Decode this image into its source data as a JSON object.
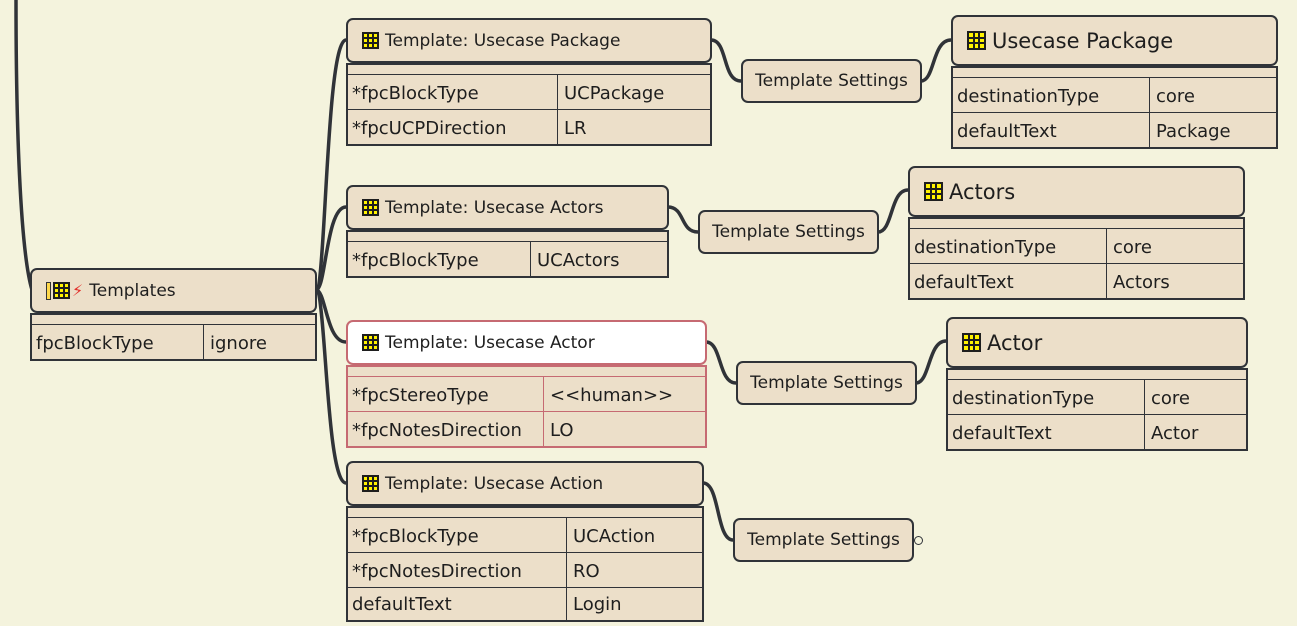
{
  "root": {
    "label": "Templates",
    "icons": [
      "pencil-icon",
      "table-icon",
      "lightning-icon"
    ],
    "attributes": [
      {
        "key": "fpcBlockType",
        "value": "ignore"
      }
    ]
  },
  "templates": [
    {
      "label": "Template: Usecase Package",
      "attributes": [
        {
          "key": "*fpcBlockType",
          "value": "UCPackage"
        },
        {
          "key": "*fpcUCPDirection",
          "value": "LR"
        }
      ],
      "settings_label": "Template Settings",
      "result": {
        "label": "Usecase Package",
        "attributes": [
          {
            "key": "destinationType",
            "value": "core"
          },
          {
            "key": "defaultText",
            "value": "Package"
          }
        ]
      }
    },
    {
      "label": "Template: Usecase Actors",
      "attributes": [
        {
          "key": "*fpcBlockType",
          "value": "UCActors"
        }
      ],
      "settings_label": "Template Settings",
      "result": {
        "label": "Actors",
        "attributes": [
          {
            "key": "destinationType",
            "value": "core"
          },
          {
            "key": "defaultText",
            "value": "Actors"
          }
        ]
      }
    },
    {
      "label": "Template: Usecase Actor",
      "selected": true,
      "attributes": [
        {
          "key": "*fpcStereoType",
          "value": "<<human>>"
        },
        {
          "key": "*fpcNotesDirection",
          "value": "LO"
        }
      ],
      "settings_label": "Template Settings",
      "result": {
        "label": "Actor",
        "attributes": [
          {
            "key": "destinationType",
            "value": "core"
          },
          {
            "key": "defaultText",
            "value": "Actor"
          }
        ]
      }
    },
    {
      "label": "Template: Usecase Action",
      "attributes": [
        {
          "key": "*fpcBlockType",
          "value": "UCAction"
        },
        {
          "key": "*fpcNotesDirection",
          "value": "RO"
        },
        {
          "key": "defaultText",
          "value": "Login"
        }
      ],
      "settings_label": "Template Settings",
      "settings_folded": true
    }
  ],
  "colors": {
    "background": "#f4f3dd",
    "node_fill": "#ecdfc9",
    "node_border": "#303338",
    "selected_border": "#c66a72",
    "selected_fill": "#ffffff",
    "icon_grid": "#fff200"
  }
}
